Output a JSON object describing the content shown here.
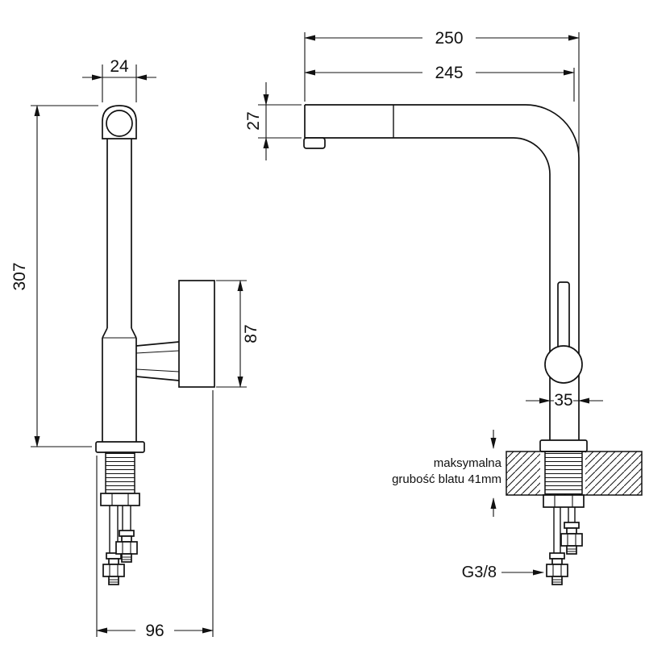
{
  "drawing": {
    "front": {
      "dim_top_width": "24",
      "dim_total_height": "307",
      "dim_handle_height": "87",
      "dim_base_width": "96"
    },
    "side": {
      "dim_total_depth": "250",
      "dim_spout_reach": "245",
      "dim_spout_thickness": "27",
      "dim_body_width": "35",
      "counter_note_line1": "maksymalna",
      "counter_note_line2": "grubość blatu 41mm",
      "thread_size": "G3/8"
    }
  }
}
